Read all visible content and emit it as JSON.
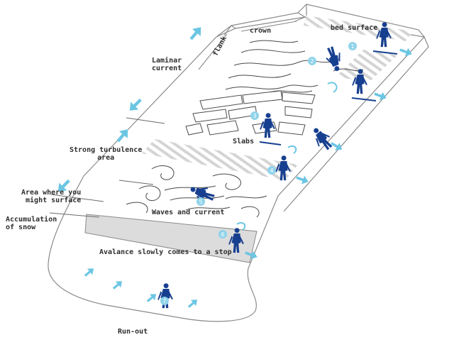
{
  "labels": {
    "flank": "flank",
    "crown": "crown",
    "bed_surface": "bed surface",
    "laminar_current": [
      "Laminar",
      "current"
    ],
    "slabs": "Slabs",
    "strong_turbulence": [
      "Strong turbulence",
      "area"
    ],
    "might_surface": [
      "Area where you",
      "might surface"
    ],
    "accumulation": [
      "Accumulation",
      "of snow"
    ],
    "waves_current": "Waves and current",
    "slowly_stop": "Avalance slowly comes to a stop",
    "run_out": "Run-out"
  },
  "colors": {
    "skier": "#173f8f",
    "arrow": "#6cc6e3",
    "badge": "#8fd3ea",
    "outline": "#8a8a8a",
    "stripe": "#d4d4d4",
    "text": "#2e2e2e"
  },
  "steps": [
    "1",
    "2",
    "3",
    "4",
    "5",
    "6",
    "7"
  ]
}
